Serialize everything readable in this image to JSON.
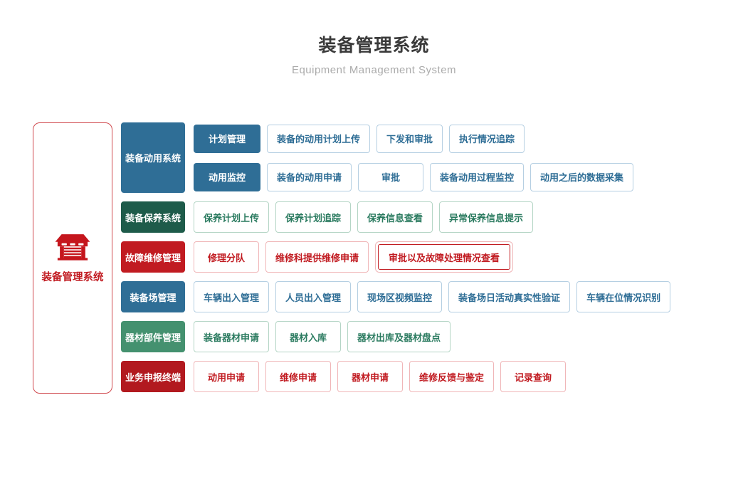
{
  "header": {
    "title": "装备管理系统",
    "subtitle": "Equipment Management System"
  },
  "root": {
    "label": "装备管理系统",
    "icon": "warehouse-icon"
  },
  "colors": {
    "blue": "#2F6E96",
    "blue_border": "#B5CFE2",
    "dark_green": "#1E5B4A",
    "green": "#44916F",
    "green_text": "#2B7B60",
    "green_border": "#B4D5C5",
    "red": "#C11B21",
    "red_border": "#F0B6B8",
    "dark_red": "#B2191F",
    "root_red": "#C5161D",
    "title_text": "#3A3A3A",
    "subtitle_text": "#ABABAB"
  },
  "modules": [
    {
      "label": "装备动用系统",
      "theme": "blue",
      "leaf_theme": "blue",
      "children": [
        {
          "label": "计划管理",
          "leaves": [
            "装备的动用计划上传",
            "下发和审批",
            "执行情况追踪"
          ]
        },
        {
          "label": "动用监控",
          "leaves": [
            "装备的动用申请",
            "审批",
            "装备动用过程监控",
            "动用之后的数据采集"
          ]
        }
      ]
    },
    {
      "label": "装备保养系统",
      "theme": "dark-green",
      "leaf_theme": "green",
      "leaves": [
        "保养计划上传",
        "保养计划追踪",
        "保养信息查看",
        "异常保养信息提示"
      ]
    },
    {
      "label": "故障维修管理",
      "theme": "red",
      "leaf_theme": "red",
      "leaves": [
        "修理分队",
        "维修科提供维修申请",
        {
          "text": "审批以及故障处理情况查看",
          "double": true
        }
      ]
    },
    {
      "label": "装备场管理",
      "theme": "blue",
      "leaf_theme": "blue",
      "leaves": [
        "车辆出入管理",
        "人员出入管理",
        "现场区视频监控",
        "装备场日活动真实性验证",
        "车辆在位情况识别"
      ]
    },
    {
      "label": "器材部件管理",
      "theme": "green",
      "leaf_theme": "green",
      "leaves": [
        "装备器材申请",
        "器材入库",
        "器材出库及器材盘点"
      ]
    },
    {
      "label": "业务申报终端",
      "theme": "dark-red",
      "leaf_theme": "red",
      "leaves": [
        "动用申请",
        "维修申请",
        "器材申请",
        "维修反馈与鉴定",
        "记录查询"
      ]
    }
  ]
}
